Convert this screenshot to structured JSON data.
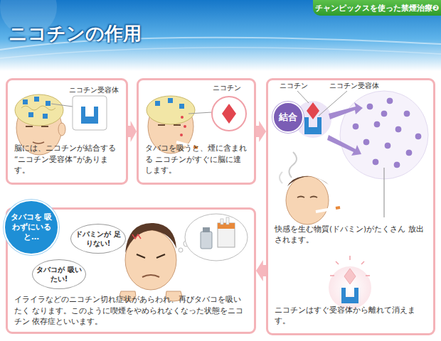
{
  "diagram": {
    "title": "ニコチンの作用",
    "nodes": [
      {
        "text": [
          "チャンピックスを使った禁煙治療❷"
        ]
      },
      {
        "text": [
          "脳には、ニコチンが結合する “ニコチン受容体”があります。"
        ]
      },
      {
        "text": [
          "タバコを吸うと、煙に含まれる ニコチンがすぐに脳に達します。"
        ]
      },
      {
        "text": [
          "快感を生む物質(ドパミン)がたくさん 放出されます。",
          "ニコチンはすぐ受容体から離れて消えます。"
        ]
      },
      {
        "text": [
          "結合"
        ],
        "in": 3
      },
      {
        "text": [
          "イライラなどのニコチン切れ症状があらわれ、再びタバコを吸いたく なります。このように喫煙をやめられなくなった状態をニコチン 依存症といいます。"
        ]
      },
      {
        "text": [
          "タバコを 吸わずにいると…"
        ],
        "in": 5
      },
      {
        "text": [
          "ドパミンが 足りない!"
        ],
        "in": 5
      },
      {
        "text": [
          "タバコが 吸いたい!"
        ],
        "in": 5
      }
    ],
    "edges": [
      {
        "from": 1,
        "to": 2,
        "arrow": "to"
      },
      {
        "from": 2,
        "to": 3,
        "arrow": "to"
      },
      {
        "from": 3,
        "to": 5,
        "arrow": "to"
      }
    ],
    "labels": [
      "ニコチン受容体",
      "ニコチン",
      "ニコチン",
      "ニコチン受容体"
    ]
  }
}
